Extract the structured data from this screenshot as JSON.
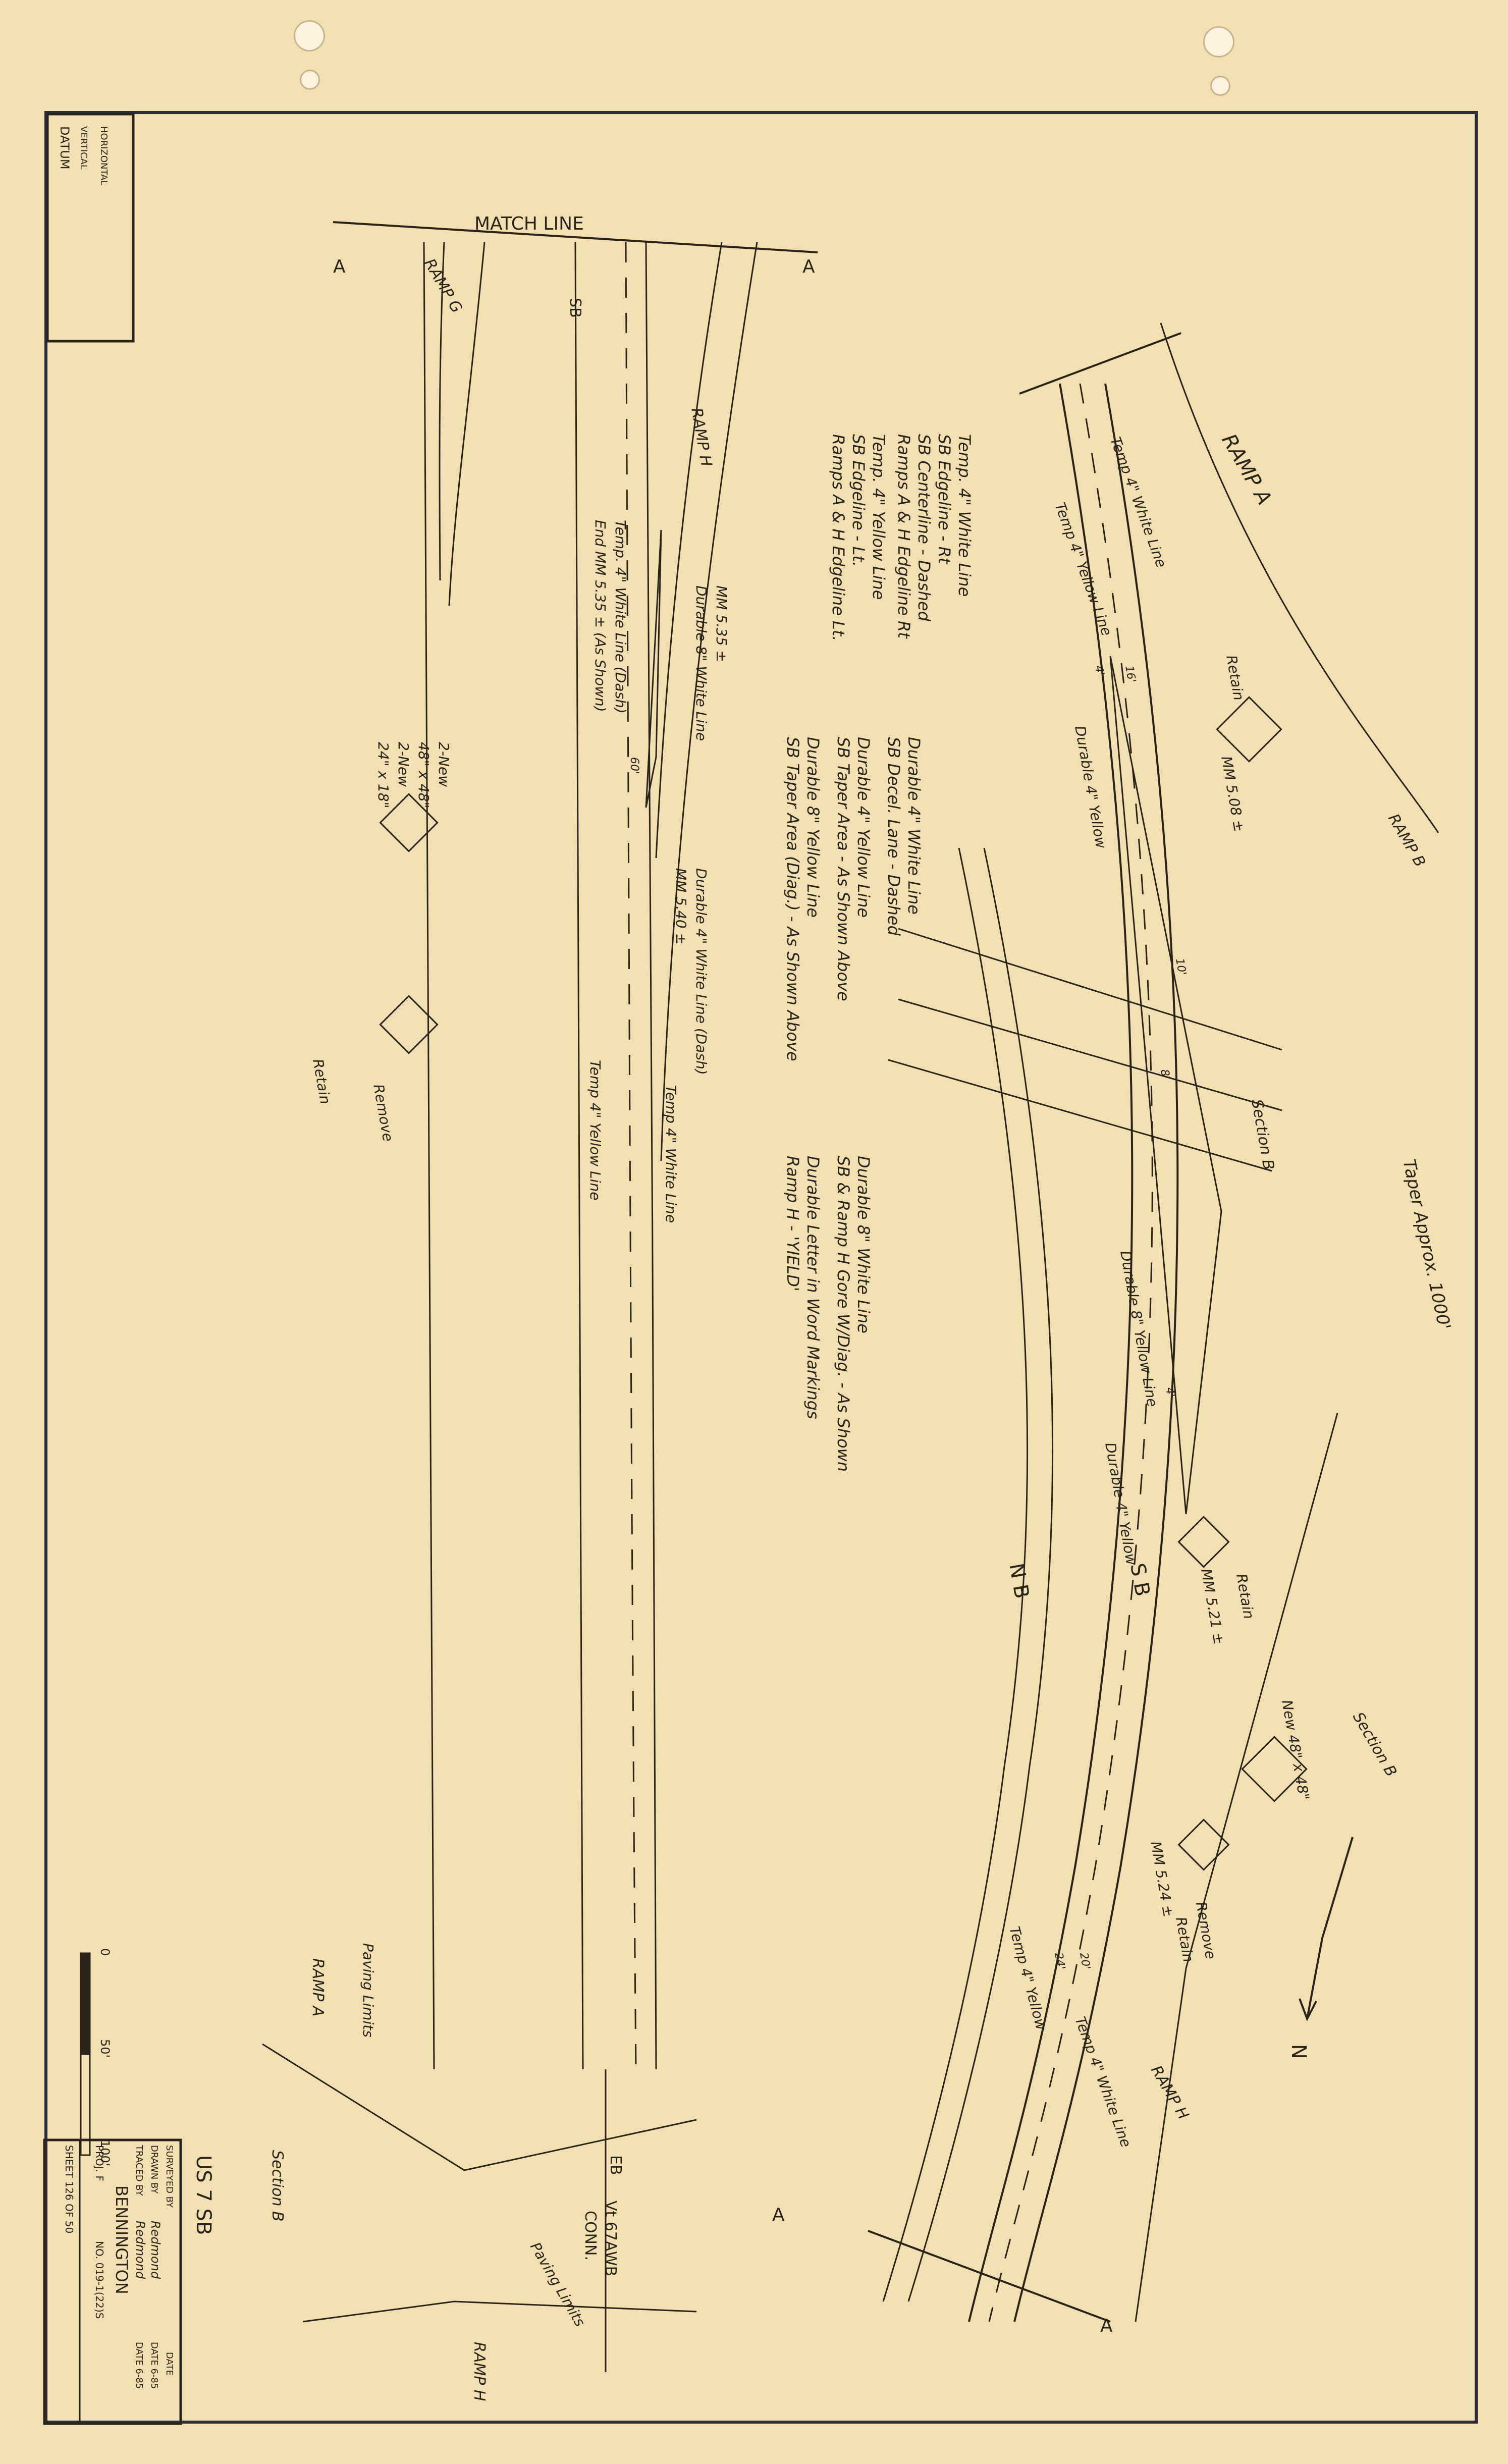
{
  "datum": {
    "title": "DATUM",
    "vertical": "VERTICAL",
    "horizontal": "HORIZONTAL"
  },
  "match_line": "MATCH LINE",
  "section_a": "A",
  "ramps": {
    "g": "RAMP G",
    "h": "RAMP H",
    "a": "RAMP A",
    "b": "RAMP B",
    "a_short": "RAMP A",
    "h_short": "RAMP H"
  },
  "roads": {
    "sb": "SB",
    "nb": "N B",
    "sb2": "S B",
    "eb": "EB",
    "vt67a": "Vt 67A",
    "conn": "CONN.",
    "wb": "WB"
  },
  "sections": {
    "b": "Section B"
  },
  "legend": {
    "temp_white": "Temp. 4\" White Line",
    "temp_white_1": "SB Edgeline - Rt",
    "temp_white_2": "SB Centerline - Dashed",
    "temp_white_3": "Ramps A & H Edgeline Rt",
    "temp_yellow": "Temp. 4\" Yellow Line",
    "temp_yellow_1": "SB Edgeline - Lt.",
    "temp_yellow_2": "Ramps A & H Edgeline Lt.",
    "dur_white4": "Durable 4\" White Line",
    "dur_white4_1": "SB Decel. Lane - Dashed",
    "dur_yellow4": "Durable 4\" Yellow Line",
    "dur_yellow4_1": "SB Taper Area - As Shown Above",
    "dur_yellow8": "Durable 8\" Yellow Line",
    "dur_yellow8_1": "SB Taper Area (Diag.) - As Shown Above",
    "dur_white8": "Durable 8\" White Line",
    "dur_white8_1": "SB & Ramp H Gore W/Diag. - As Shown",
    "dur_letter": "Durable Letter in Word Markings",
    "dur_letter_1": "Ramp H - 'YIELD'"
  },
  "notes": {
    "temp_white_line": "Temp 4\" White Line",
    "temp_yellow_line": "Temp 4\" Yellow Line",
    "temp_white_dash": "Temp. 4\" White Line (Dash)",
    "end_mm": "End MM 5.35 ± (As Shown)",
    "mm_535": "MM 5.35 ±",
    "durable_white8": "Durable 8\" White Line",
    "durable_white4_dash": "Durable 4\" White Line (Dash)",
    "mm_540": "MM 5.40 ±",
    "temp_yellow_line2": "Temp 4\" Yellow Line",
    "temp_white_line2": "Temp 4\" White Line",
    "taper": "Taper Approx. 1000'",
    "durable_yellow8": "Durable 8\" Yellow Line",
    "durable_yellow4": "Durable 4\" Yellow",
    "durable_yellow4b": "Durable 4\" Yellow",
    "mm_508": "MM 5.08 ±",
    "mm_521": "MM 5.21 ±",
    "mm_524": "MM 5.24 ±",
    "retain": "Retain",
    "remove": "Remove",
    "new_sign": "New 48\" x 48\"",
    "new_2": "2-New",
    "new_2_size": "48\" x 48\"",
    "new_2b": "2-New",
    "new_2b_size": "24\" x 18\"",
    "temp_yellow_bot": "Temp 4\" Yellow",
    "temp_white_bot": "Temp 4\" White Line",
    "paving_limits": "Paving Limits",
    "paving_limits2": "Paving Limits",
    "dim_16": "16'",
    "dim_10": "10'",
    "dim_8": "8'",
    "dim_4": "4'",
    "dim_24": "24'",
    "dim_20": "20'",
    "dim_60": "60'"
  },
  "scale": {
    "zero": "0",
    "fifty": "50'",
    "hundred": "100'"
  },
  "north": "N",
  "title_block": {
    "route": "US 7  SB",
    "surveyed_by": "SURVEYED BY",
    "drawn_by": "DRAWN BY",
    "traced_by": "TRACED BY",
    "date": "DATE",
    "drawn_name": "Redmond",
    "drawn_date": "DATE 6-85",
    "traced_name": "Redmond",
    "traced_date": "DATE 6-85",
    "town": "BENNINGTON",
    "proj": "PROJ.  F",
    "no": "NO. 019-1(22)S",
    "sheet": "SHEET 126  OF  50"
  }
}
